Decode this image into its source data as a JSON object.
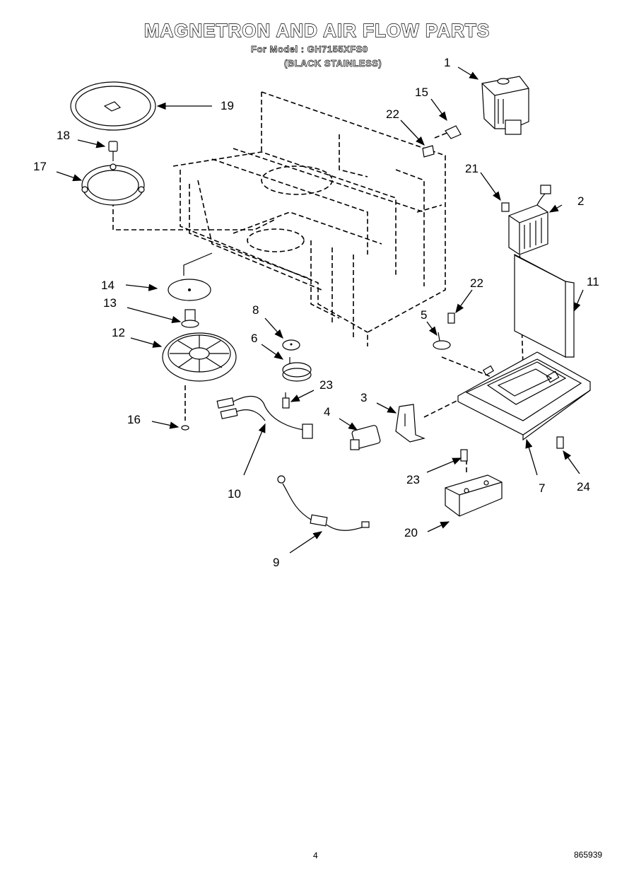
{
  "header": {
    "title": "MAGNETRON AND AIR FLOW PARTS",
    "model_line": "For Model : GH7155XFS0",
    "variant_line": "(BLACK STAINLESS)"
  },
  "callouts": [
    "1",
    "2",
    "3",
    "4",
    "5",
    "6",
    "7",
    "8",
    "9",
    "10",
    "11",
    "12",
    "13",
    "14",
    "15",
    "16",
    "17",
    "19",
    "18",
    "20",
    "21",
    "22",
    "22",
    "23",
    "23",
    "24"
  ],
  "footer": {
    "page_number": "4",
    "document_number": "865939"
  }
}
